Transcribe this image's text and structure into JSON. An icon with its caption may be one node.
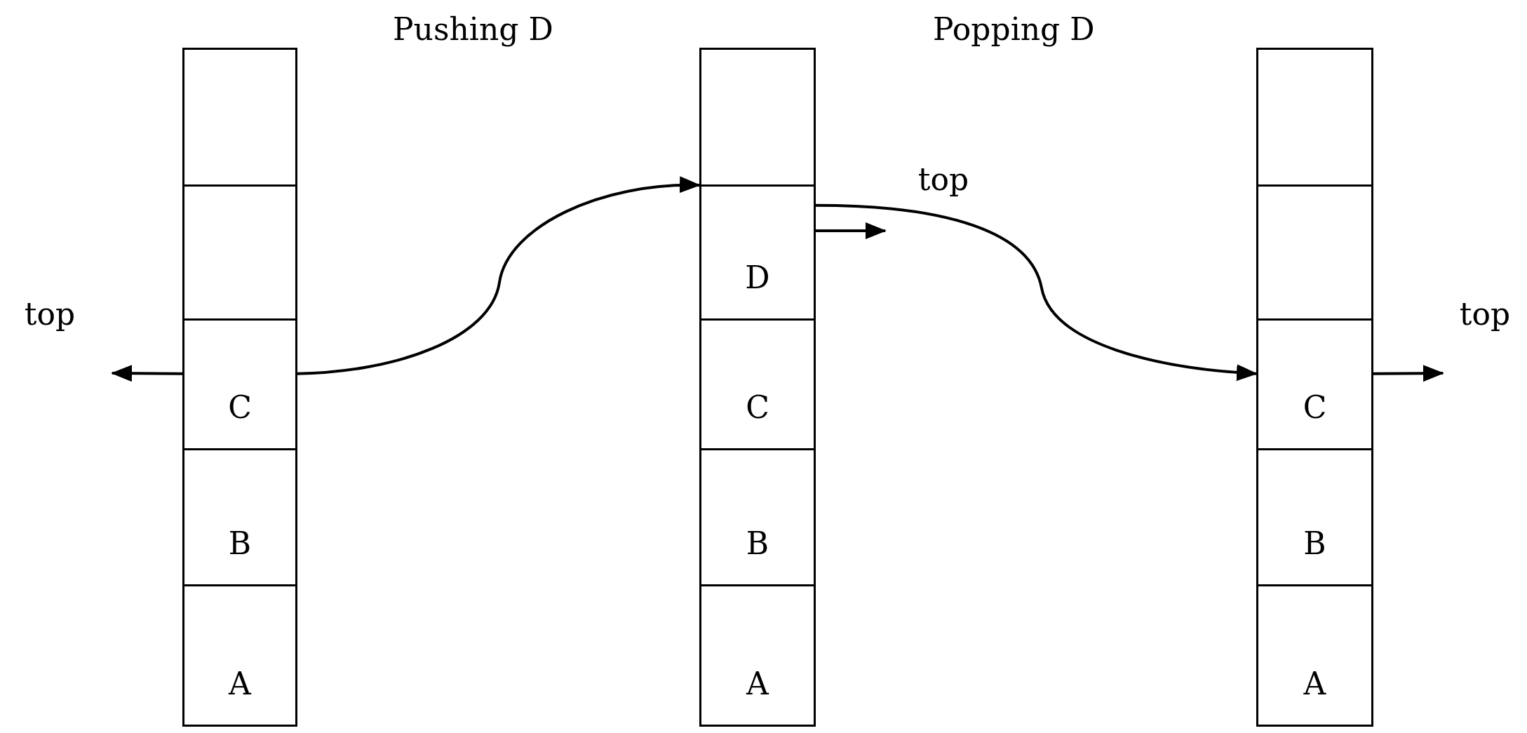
{
  "diagram": {
    "nodes": [
      {
        "text": [],
        "shape": "box"
      },
      {
        "text": [],
        "shape": "box"
      },
      {
        "text": [
          "C"
        ]
      },
      {
        "text": [
          "B"
        ]
      },
      {
        "text": [
          "A"
        ]
      },
      {
        "text": [],
        "shape": "box"
      },
      {
        "text": [
          "D"
        ]
      },
      {
        "text": [
          "C"
        ]
      },
      {
        "text": [
          "B"
        ]
      },
      {
        "text": [
          "A"
        ]
      },
      {
        "text": [],
        "shape": "box"
      },
      {
        "text": [],
        "shape": "box"
      },
      {
        "text": [
          "C"
        ]
      },
      {
        "text": [
          "B"
        ]
      },
      {
        "text": [
          "A"
        ]
      }
    ],
    "edges": [
      {
        "from": 2,
        "to": 6,
        "arrow": "to"
      },
      {
        "from": 6,
        "to": 12,
        "arrow": "to"
      },
      {
        "from": 2,
        "to": null,
        "arrow": "to"
      },
      {
        "from": 6,
        "to": null,
        "arrow": "to"
      },
      {
        "from": 12,
        "to": null,
        "arrow": "to"
      }
    ],
    "labels": [
      "Pushing D",
      "Popping D",
      "top",
      "top",
      "top"
    ]
  }
}
